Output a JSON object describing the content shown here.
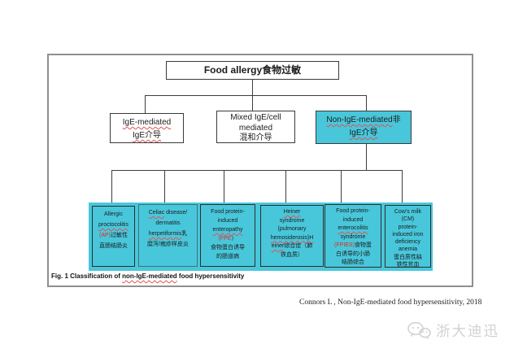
{
  "colors": {
    "highlight": "#48C7DB",
    "accent_red": "#E8261D",
    "frame_border": "#8F8F8F",
    "connector": "#3D3D3D"
  },
  "diagram": {
    "root": {
      "label": "Food allergy食物过敏"
    },
    "level2": [
      {
        "name": "IgE-mediated",
        "lines": [
          [
            {
              "t": "IgE-mediated",
              "s": "sq"
            }
          ],
          [
            {
              "t": "IgE介导",
              "s": "sq"
            }
          ]
        ]
      },
      {
        "name": "Mixed IgE/cell mediated",
        "lines": [
          [
            {
              "t": "Mixed IgE/cell",
              "s": "p"
            }
          ],
          [
            {
              "t": "mediated",
              "s": "p"
            }
          ],
          [
            {
              "t": "混和介导",
              "s": "p"
            }
          ]
        ]
      },
      {
        "name": "Non-IgE-mediated",
        "lines": [
          [
            {
              "t": "Non-IgE-mediated",
              "s": "sq"
            },
            {
              "t": "非",
              "s": "p"
            }
          ],
          [
            {
              "t": "IgE介导",
              "s": "sq"
            }
          ]
        ]
      }
    ],
    "level3": [
      {
        "name": "Allergic proctocolitis",
        "lines": [
          [
            {
              "t": "Allergic",
              "s": "p"
            }
          ],
          [
            {
              "t": "proctocolitis",
              "s": "sq"
            }
          ],
          [
            {
              "t": "(AP)",
              "s": "red"
            },
            {
              "t": "过敏性",
              "s": "p"
            }
          ],
          [
            {
              "t": "直肠结肠炎",
              "s": "p"
            }
          ]
        ]
      },
      {
        "name": "Celiac disease / dermatitis herpetiformis",
        "lines": [
          [
            {
              "t": "Celiac",
              "s": "sq"
            },
            {
              "t": " disease/",
              "s": "p"
            }
          ],
          [
            {
              "t": "dermatitis",
              "s": "p"
            }
          ],
          [
            {
              "t": "herpetiformis",
              "s": "sq"
            },
            {
              "t": "乳",
              "s": "p"
            }
          ],
          [
            {
              "t": "糜泻/疱疹样皮炎",
              "s": "p"
            }
          ]
        ]
      },
      {
        "name": "Food protein-induced enteropathy (FPE)",
        "lines": [
          [
            {
              "t": "Food protein-",
              "s": "p"
            }
          ],
          [
            {
              "t": "induced",
              "s": "p"
            }
          ],
          [
            {
              "t": "enteropathy",
              "s": "sq"
            }
          ],
          [
            {
              "t": "(FPE",
              "s": "red"
            },
            {
              "t": "）",
              "s": "p"
            }
          ],
          [
            {
              "t": "食物蛋白诱导",
              "s": "p"
            }
          ],
          [
            {
              "t": "的肠道病",
              "s": "p"
            }
          ]
        ]
      },
      {
        "name": "Heiner syndrome (pulmonary hemosiderosis)",
        "lines": [
          [
            {
              "t": "Heiner",
              "s": "sq"
            }
          ],
          [
            {
              "t": "syndrome",
              "s": "p"
            }
          ],
          [
            {
              "t": "(pulmonary",
              "s": "p"
            }
          ],
          [
            {
              "t": "hemosiderosis)H",
              "s": "sq"
            }
          ],
          [
            {
              "t": "einer",
              "s": "sq"
            },
            {
              "t": "综合症（肺",
              "s": "p"
            }
          ],
          [
            {
              "t": "铁血质）",
              "s": "p"
            }
          ]
        ]
      },
      {
        "name": "Food protein-induced enterocolitis syndrome (FPIES)",
        "lines": [
          [
            {
              "t": "Food protein-",
              "s": "p"
            }
          ],
          [
            {
              "t": "induced",
              "s": "p"
            }
          ],
          [
            {
              "t": "enterocolitis",
              "s": "sq"
            }
          ],
          [
            {
              "t": "syndrome",
              "s": "p"
            }
          ],
          [
            {
              "t": "(FPIES)",
              "s": "red"
            },
            {
              "t": "食物蛋",
              "s": "p"
            }
          ],
          [
            {
              "t": "白诱导的小肠",
              "s": "p"
            }
          ],
          [
            {
              "t": "结肠综合",
              "s": "p"
            }
          ]
        ]
      },
      {
        "name": "Cow's milk (CM) protein-induced iron deficiency anemia",
        "lines": [
          [
            {
              "t": "Cow's milk",
              "s": "p"
            }
          ],
          [
            {
              "t": "(CM)",
              "s": "p"
            }
          ],
          [
            {
              "t": "protein-",
              "s": "p"
            }
          ],
          [
            {
              "t": "induced iron",
              "s": "p"
            }
          ],
          [
            {
              "t": "deficiency",
              "s": "p"
            }
          ],
          [
            {
              "t": "anemia",
              "s": "p"
            }
          ],
          [
            {
              "t": "蛋白质性缺",
              "s": "p"
            }
          ],
          [
            {
              "t": "铁性贫血",
              "s": "p"
            }
          ]
        ]
      }
    ],
    "caption": [
      [
        {
          "t": "Fig. 1 Classification of ",
          "s": "p"
        },
        {
          "t": "non-IgE-mediated",
          "s": "sq"
        },
        {
          "t": " food hypersensitivity",
          "s": "p"
        }
      ]
    ]
  },
  "citation": "Connors L , Non-IgE-mediated food hypersensitivity, 2018",
  "watermark": {
    "label": "浙大迪迅",
    "icon": "wechat-icon"
  }
}
